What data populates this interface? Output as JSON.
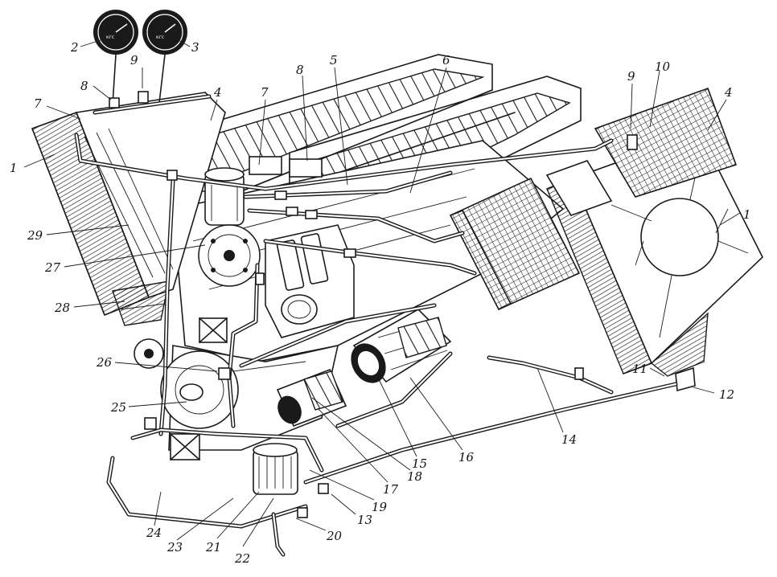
{
  "callouts": [
    {
      "id": "c1a",
      "label": "1"
    },
    {
      "id": "c1b",
      "label": "1"
    },
    {
      "id": "c2",
      "label": "2"
    },
    {
      "id": "c3",
      "label": "3"
    },
    {
      "id": "c4a",
      "label": "4"
    },
    {
      "id": "c4b",
      "label": "4"
    },
    {
      "id": "c5",
      "label": "5"
    },
    {
      "id": "c6",
      "label": "6"
    },
    {
      "id": "c7a",
      "label": "7"
    },
    {
      "id": "c7b",
      "label": "7"
    },
    {
      "id": "c8a",
      "label": "8"
    },
    {
      "id": "c8b",
      "label": "8"
    },
    {
      "id": "c9a",
      "label": "9"
    },
    {
      "id": "c9b",
      "label": "9"
    },
    {
      "id": "c10",
      "label": "10"
    },
    {
      "id": "c11",
      "label": "11"
    },
    {
      "id": "c12",
      "label": "12"
    },
    {
      "id": "c13",
      "label": "13"
    },
    {
      "id": "c14",
      "label": "14"
    },
    {
      "id": "c15",
      "label": "15"
    },
    {
      "id": "c16",
      "label": "16"
    },
    {
      "id": "c17",
      "label": "17"
    },
    {
      "id": "c18",
      "label": "18"
    },
    {
      "id": "c19",
      "label": "19"
    },
    {
      "id": "c20",
      "label": "20"
    },
    {
      "id": "c21",
      "label": "21"
    },
    {
      "id": "c22",
      "label": "22"
    },
    {
      "id": "c23",
      "label": "23"
    },
    {
      "id": "c24",
      "label": "24"
    },
    {
      "id": "c25",
      "label": "25"
    },
    {
      "id": "c26",
      "label": "26"
    },
    {
      "id": "c27",
      "label": "27"
    },
    {
      "id": "c28",
      "label": "28"
    },
    {
      "id": "c29",
      "label": "29"
    }
  ]
}
